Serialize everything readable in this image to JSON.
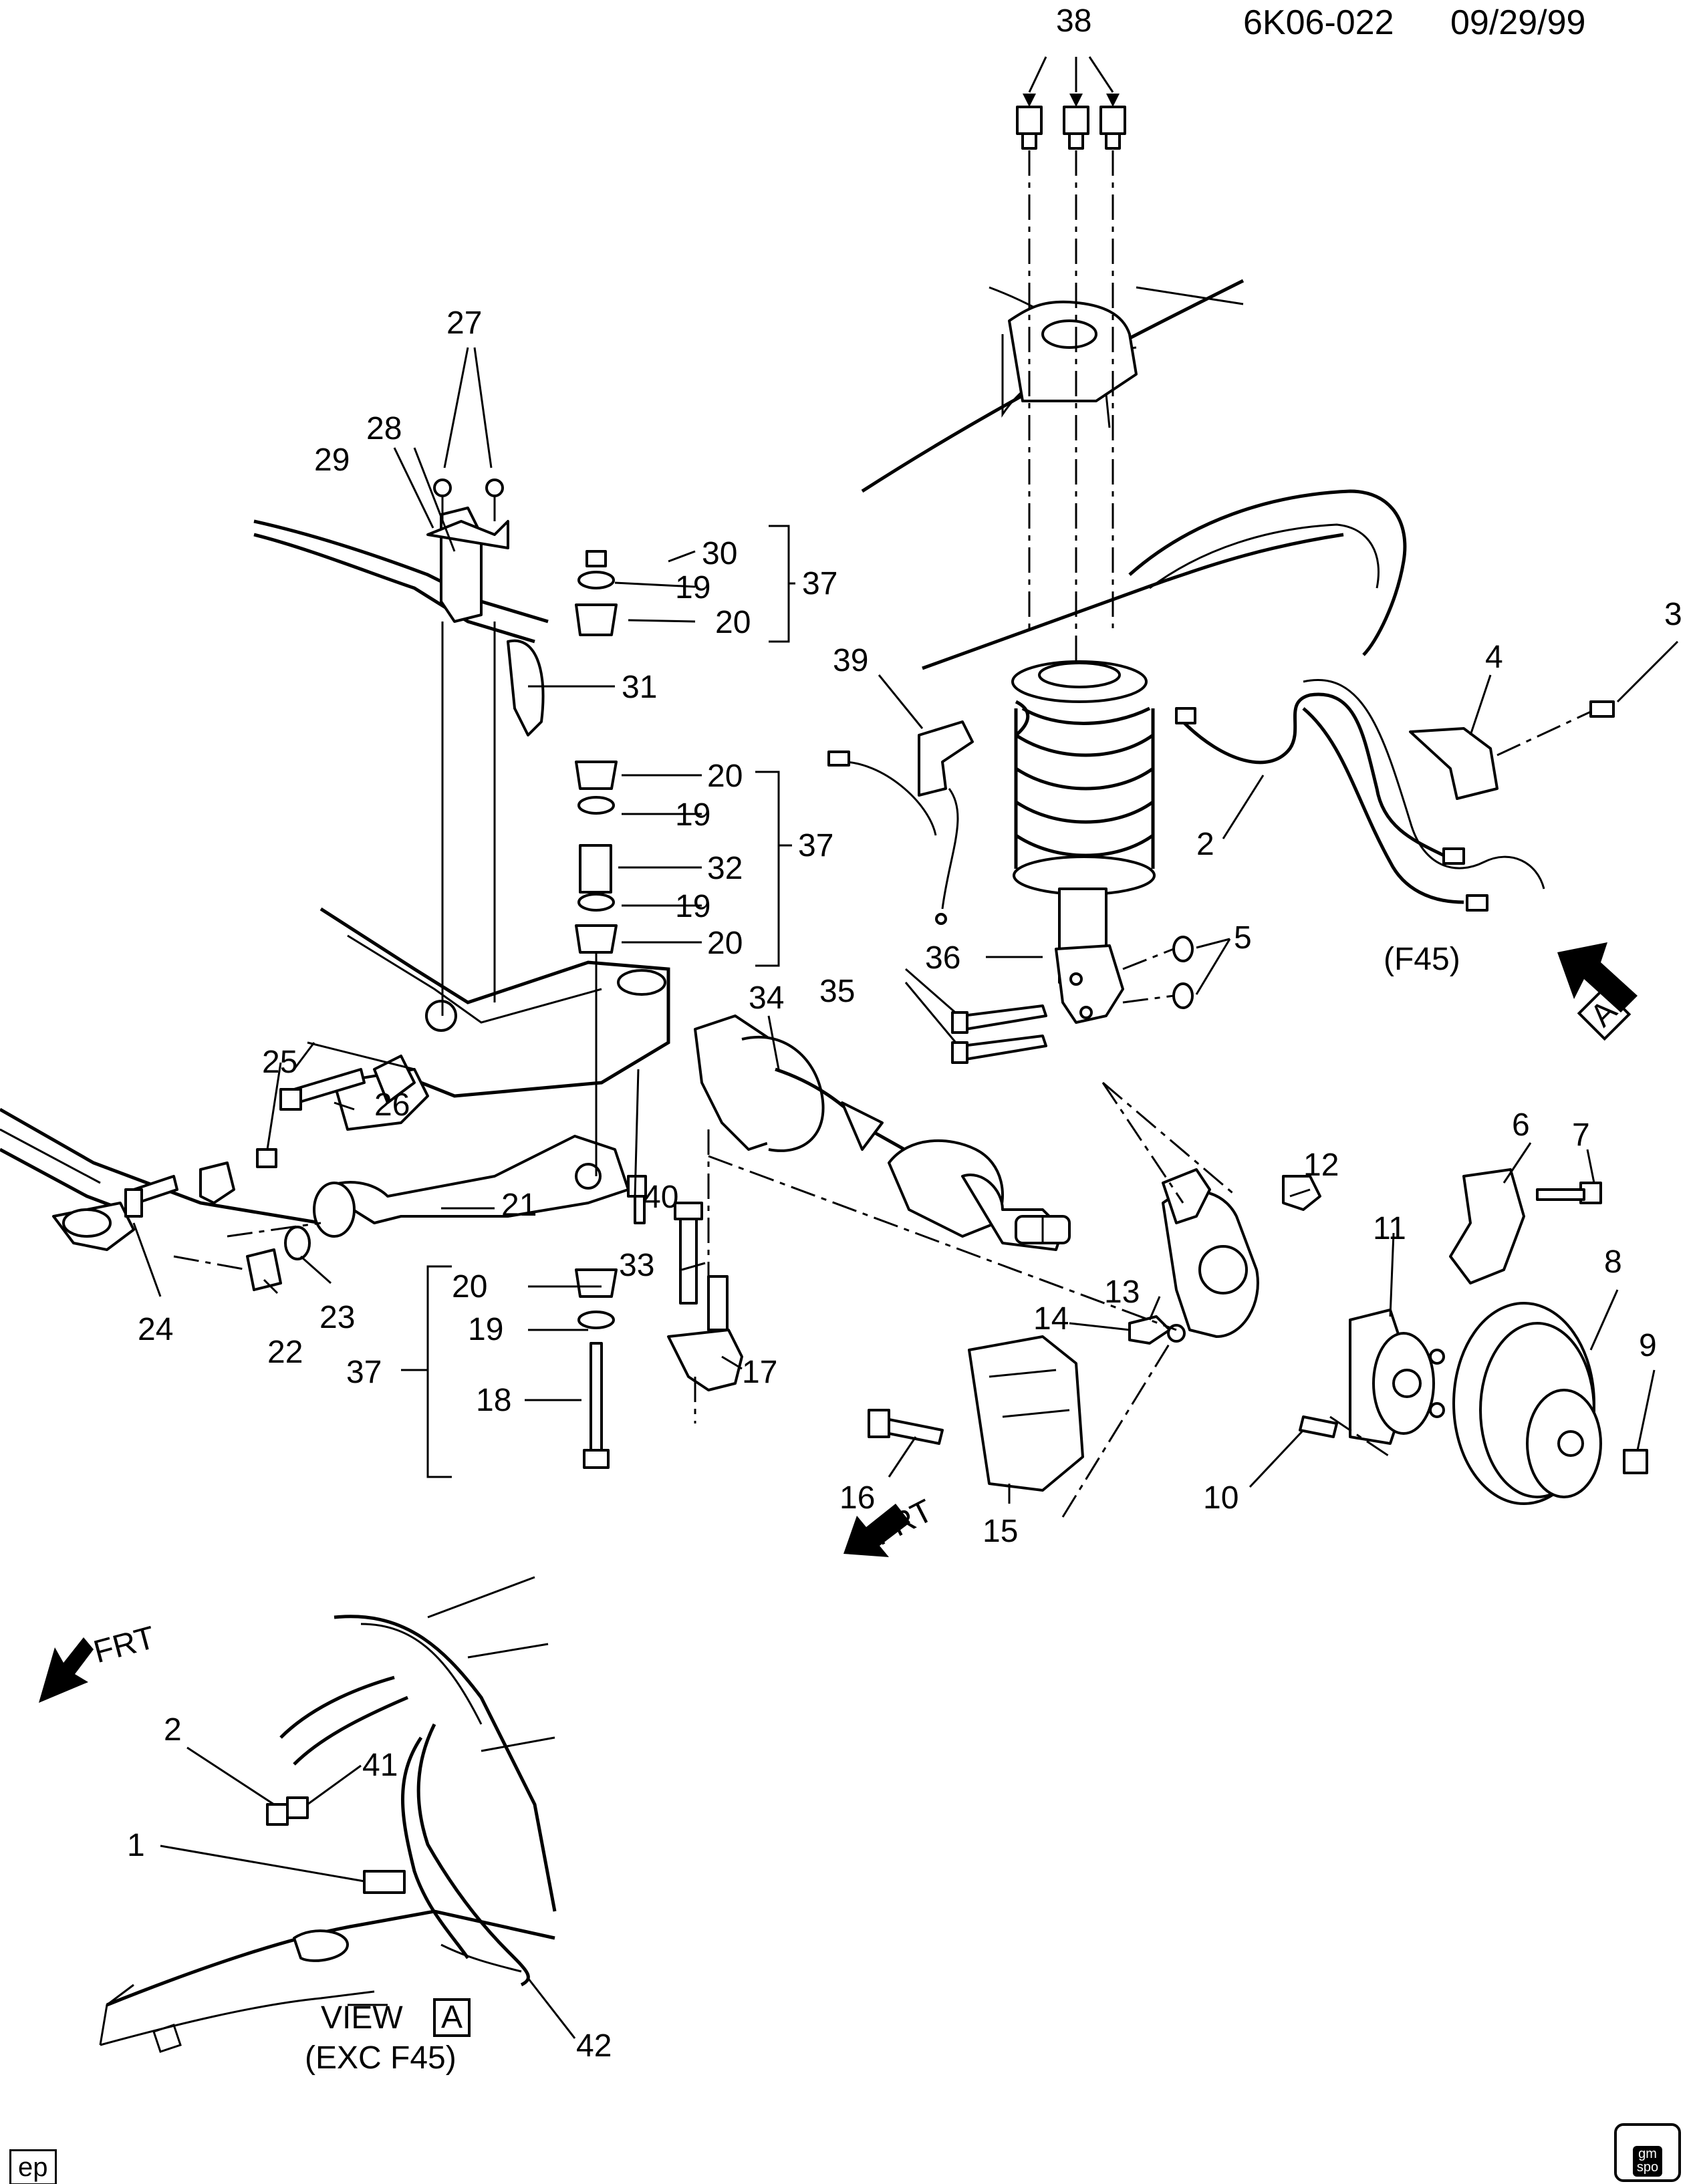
{
  "header": {
    "code": "6K06-022",
    "date": "09/29/99"
  },
  "callouts": {
    "n1": "1",
    "n2a": "2",
    "n2b": "2",
    "n3": "3",
    "n4": "4",
    "n5": "5",
    "n6": "6",
    "n7": "7",
    "n8": "8",
    "n9": "9",
    "n10": "10",
    "n11": "11",
    "n12": "12",
    "n13": "13",
    "n14": "14",
    "n15": "15",
    "n16": "16",
    "n17": "17",
    "n18": "18",
    "n19a": "19",
    "n19b": "19",
    "n19c": "19",
    "n19d": "19",
    "n20a": "20",
    "n20b": "20",
    "n20c": "20",
    "n20d": "20",
    "n21": "21",
    "n22": "22",
    "n23": "23",
    "n24": "24",
    "n25": "25",
    "n26": "26",
    "n27": "27",
    "n28": "28",
    "n29": "29",
    "n30": "30",
    "n31": "31",
    "n32": "32",
    "n33": "33",
    "n34": "34",
    "n35": "35",
    "n36": "36",
    "n37a": "37",
    "n37b": "37",
    "n37c": "37",
    "n38": "38",
    "n39": "39",
    "n40": "40",
    "n41": "41",
    "n42": "42"
  },
  "option_label": "(F45)",
  "view_ref_letter": "A",
  "front_arrow_text": "FRT",
  "view": {
    "title": "VIEW",
    "letter": "A",
    "subtitle": "(EXC F45)"
  },
  "stamp_text": "gm spo",
  "corner_tag": "ep"
}
